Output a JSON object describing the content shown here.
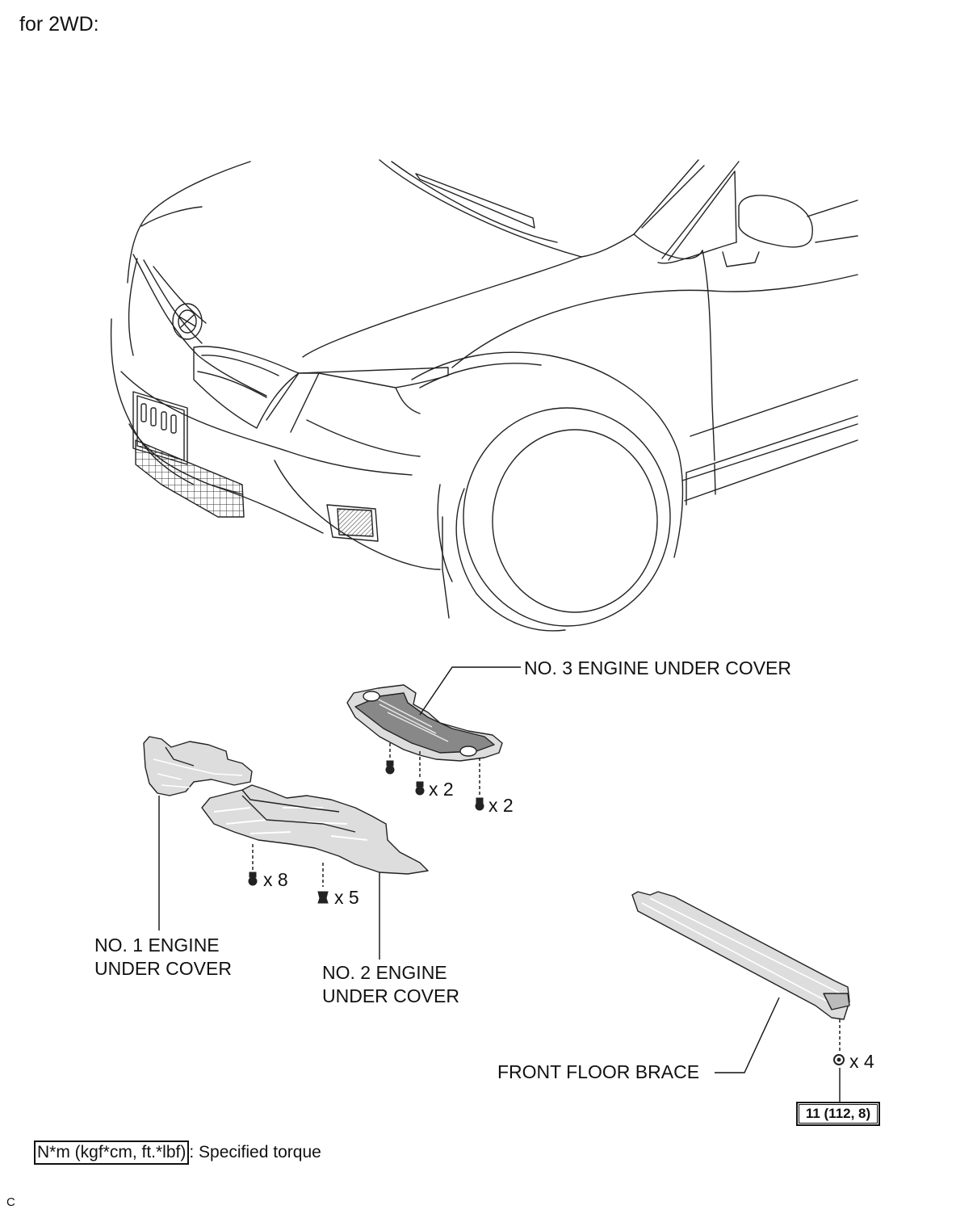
{
  "heading": "for 2WD:",
  "labels": {
    "no3_cover": "NO. 3 ENGINE UNDER COVER",
    "no1_cover_line1": "NO. 1 ENGINE",
    "no1_cover_line2": "UNDER COVER",
    "no2_cover_line1": "NO. 2 ENGINE",
    "no2_cover_line2": "UNDER COVER",
    "front_floor_brace": "FRONT FLOOR BRACE"
  },
  "fasteners": {
    "no3_left_qty": "x 2",
    "no3_right_qty": "x 2",
    "no2_left_qty": "x 8",
    "no2_right_qty": "x 5",
    "brace_qty": "x 4"
  },
  "torque": {
    "brace_spec": "11 (112, 8)"
  },
  "legend": {
    "unit_box": "N*m (kgf*cm, ft.*lbf)",
    "description": ": Specified torque"
  },
  "footer_code": "C"
}
